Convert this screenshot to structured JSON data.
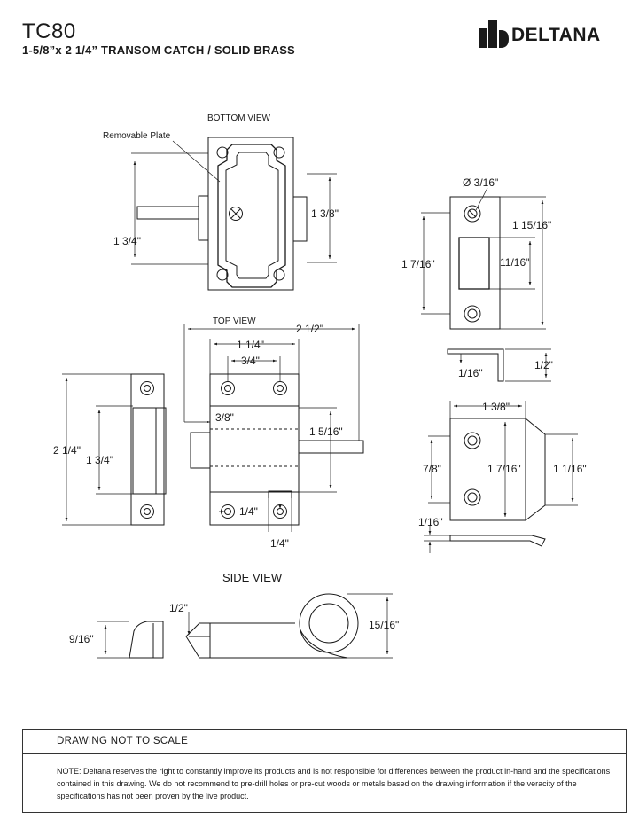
{
  "header": {
    "model": "TC80",
    "subtitle": "1-5/8”x 2 1/4” TRANSOM CATCH / SOLID BRASS",
    "brand": "DELTANA"
  },
  "views": {
    "bottom": "BOTTOM VIEW",
    "top": "TOP VIEW",
    "side": "SIDE VIEW"
  },
  "callouts": {
    "removable_plate": "Removable Plate"
  },
  "dims": {
    "bv_height": "1 3/4\"",
    "bv_inner": "1 3/8\"",
    "hole_dia": "Ø 3/16\"",
    "ps_total": "1 15/16\"",
    "ps_outer": "1  7/16\"",
    "ps_slot": "11/16\"",
    "ps_thick": "1/16\"",
    "ps_depth": "1/2\"",
    "tv_overall": "2 1/2\"",
    "tv_body": "1 1/4\"",
    "tv_holes": "3/4\"",
    "tv_height": "2 1/4\"",
    "tv_inner": "1 3/4\"",
    "tv_offset": "3/8\"",
    "tv_bolt": "1  5/16\"",
    "tv_hole_r": "1/4\"",
    "tv_hole_b": "1/4\"",
    "sp_width": "1 3/8\"",
    "sp_holes": "7/8\"",
    "sp_inner": "1  7/16\"",
    "sp_outer": "1  1/16\"",
    "sp_thick": "1/16\"",
    "sv_bolt": "1/2\"",
    "sv_keeper": "9/16\"",
    "sv_ring": "15/16\""
  },
  "notes": {
    "heading": "DRAWING NOT TO SCALE",
    "text": "NOTE: Deltana reserves the right to constantly improve its products and is not responsible for differences between the product in-hand and the specifications contained in this drawing.  We do not recommend to pre-drill holes or pre-cut woods or metals based on the drawing information if the veracity of the specifications has not been proven by the live product."
  }
}
